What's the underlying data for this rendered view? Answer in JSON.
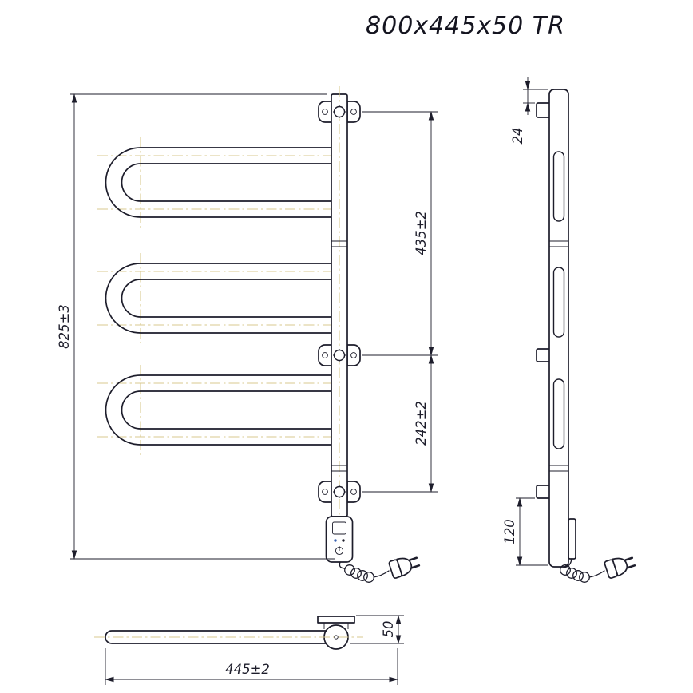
{
  "title": "800x445x50 TR",
  "dimensions": {
    "overall_height": "825±3",
    "upper_bracket_span": "435±2",
    "lower_bracket_span": "242±2",
    "side_top_offset": "24",
    "side_bottom_offset": "120",
    "overall_width": "445±2",
    "depth": "50"
  },
  "colors": {
    "line": "#1d1d2b",
    "centerline": "#d8c98f",
    "accent": "#3a62b0",
    "background": "#ffffff"
  }
}
